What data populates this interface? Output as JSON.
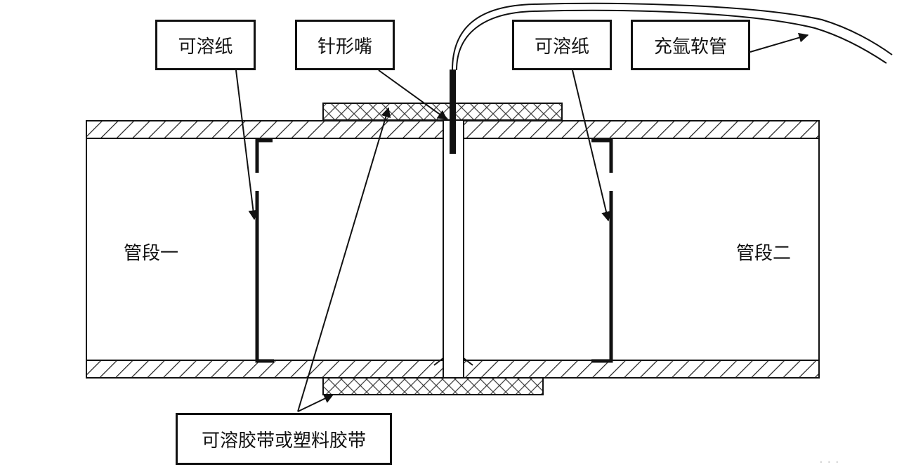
{
  "labels": {
    "dissolvable_paper_left": "可溶纸",
    "needle_nozzle": "针形嘴",
    "dissolvable_paper_right": "可溶纸",
    "argon_hose": "充氩软管",
    "tape": "可溶胶带或塑料胶带",
    "pipe_section_one": "管段一",
    "pipe_section_two": "管段二"
  }
}
